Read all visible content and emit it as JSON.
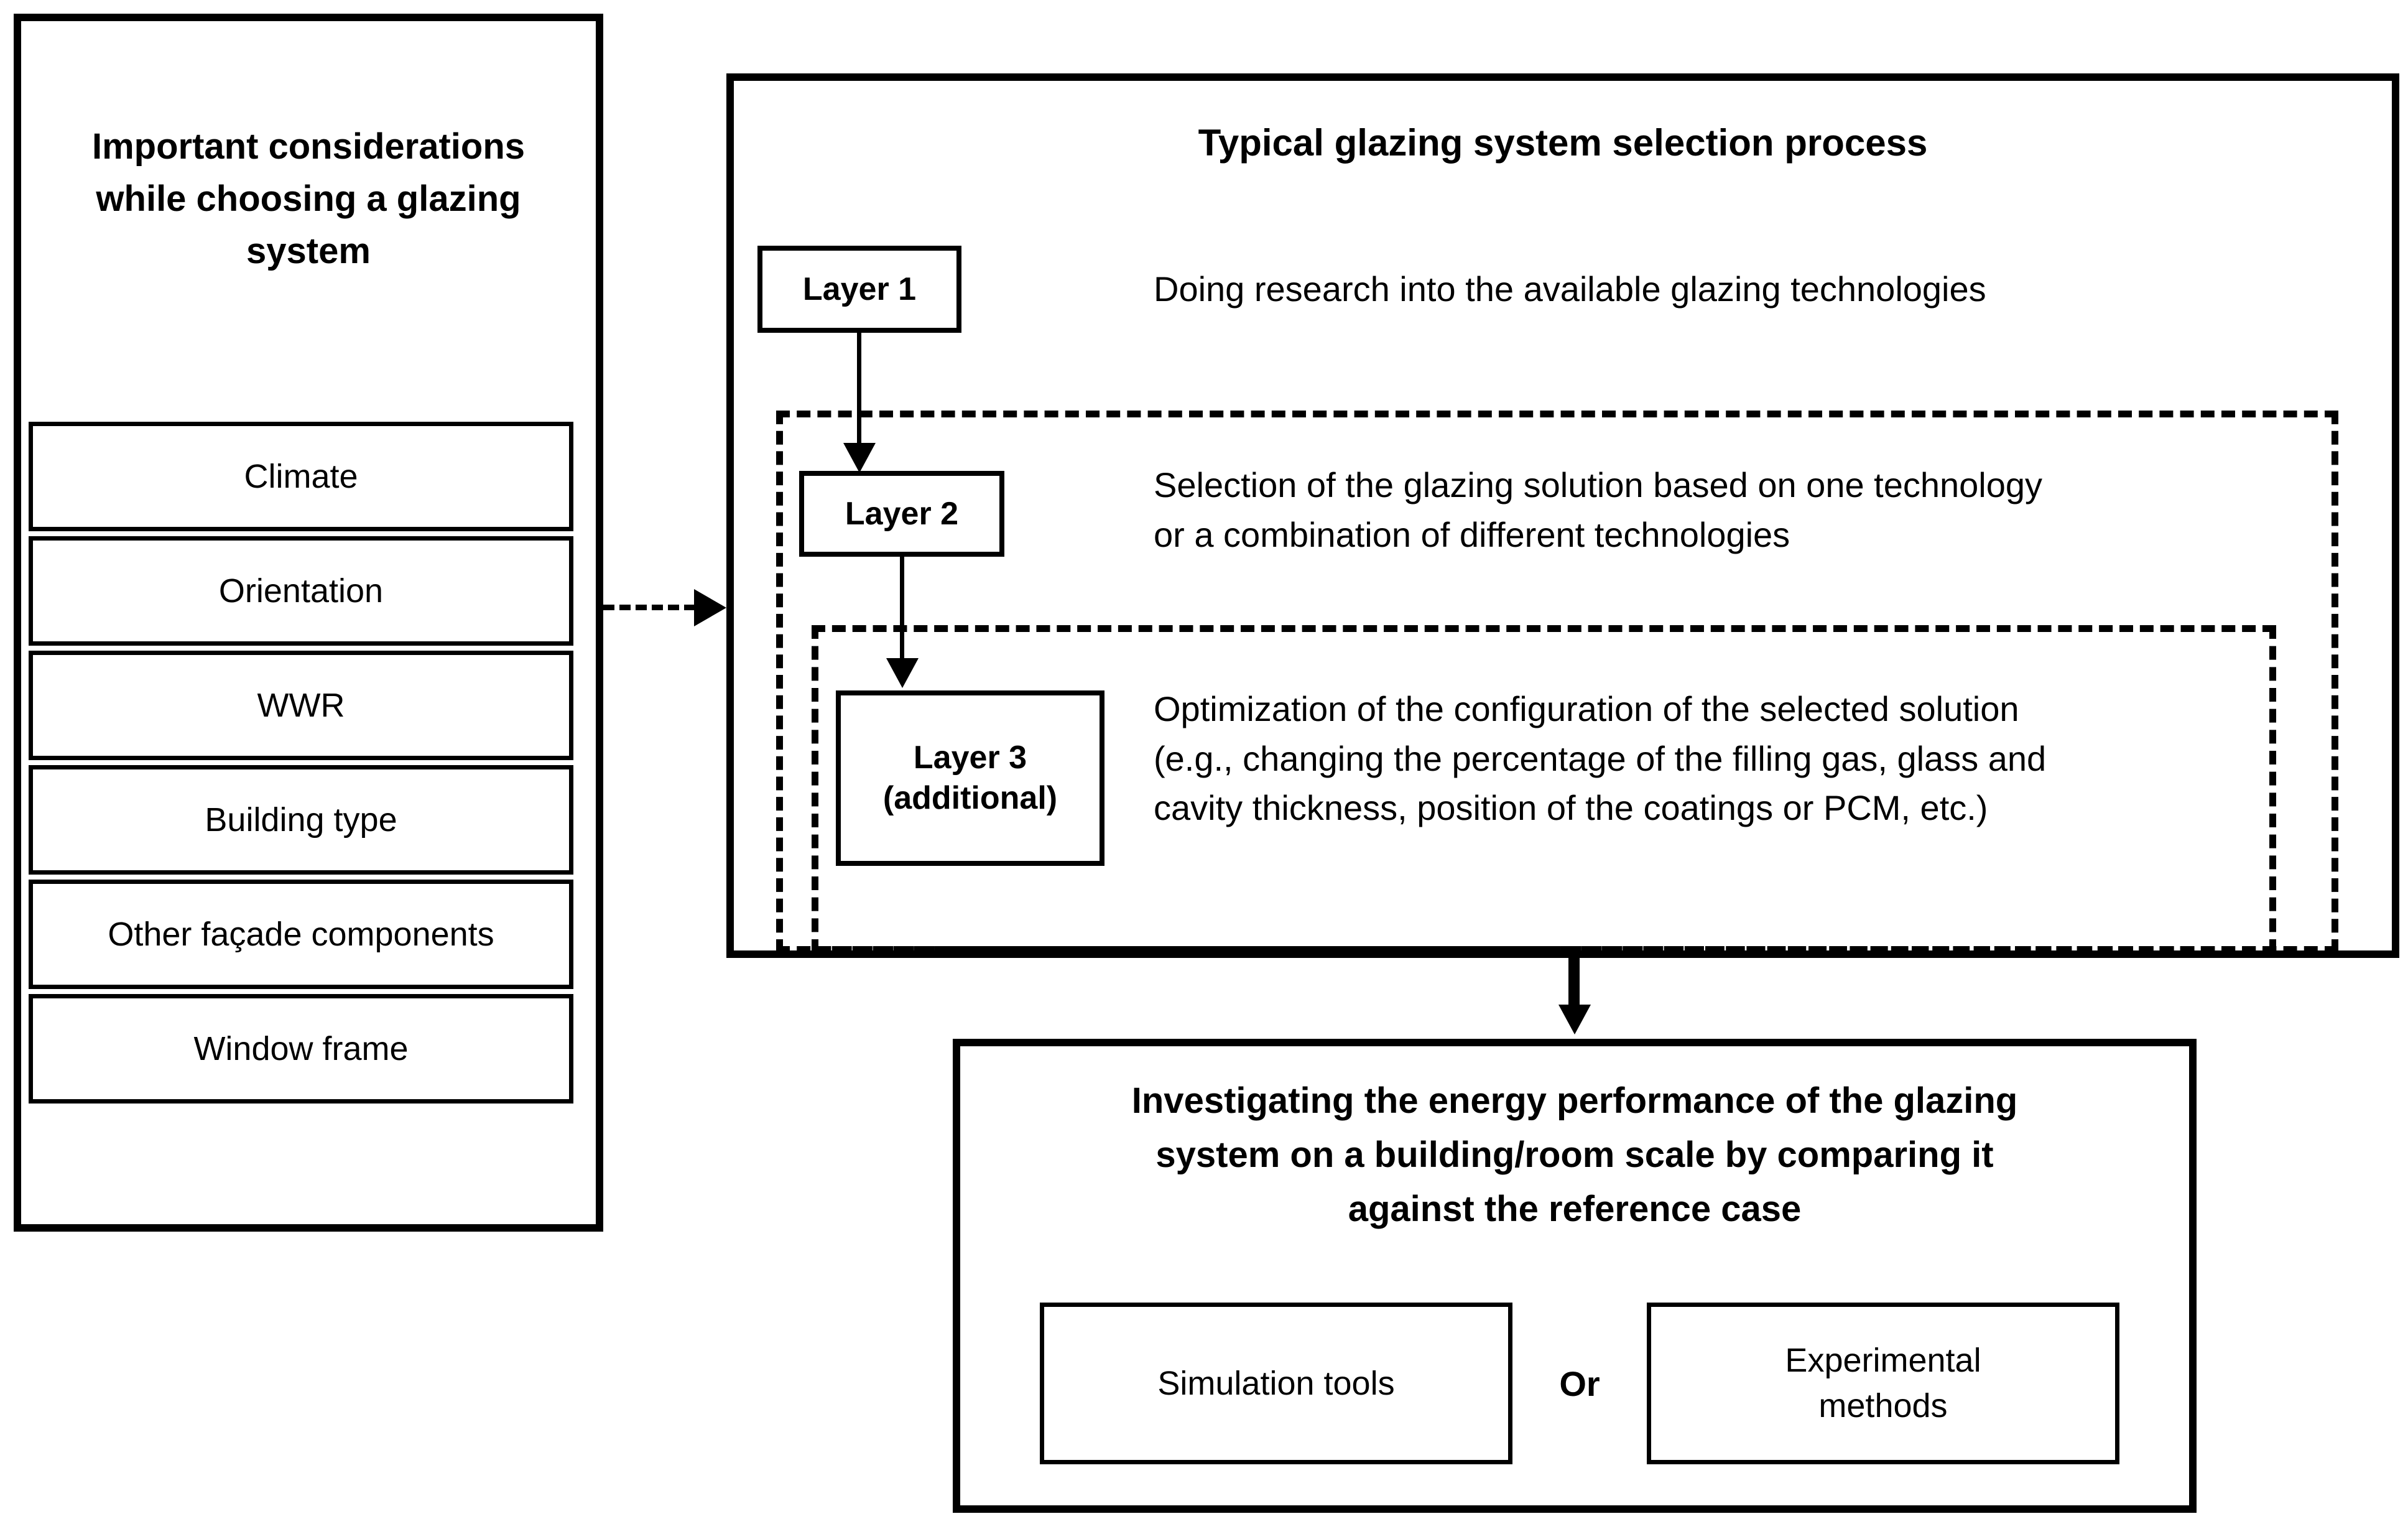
{
  "left_panel": {
    "title": "Important considerations\nwhile choosing a glazing\nsystem",
    "items": [
      {
        "label": "Climate"
      },
      {
        "label": "Orientation"
      },
      {
        "label": "WWR"
      },
      {
        "label": "Building type"
      },
      {
        "label": "Other façade components"
      },
      {
        "label": "Window frame"
      }
    ]
  },
  "process_panel": {
    "title": "Typical glazing system selection process",
    "layers": [
      {
        "name": "Layer 1",
        "description": "Doing research into the available glazing technologies"
      },
      {
        "name": "Layer 2",
        "description": "Selection of the glazing solution based on one technology\nor a combination of different technologies"
      },
      {
        "name": "Layer 3\n(additional)",
        "description": "Optimization of the configuration of the selected solution\n(e.g., changing the percentage of the filling gas, glass and\ncavity thickness, position of the coatings or PCM, etc.)"
      }
    ]
  },
  "result_panel": {
    "title": "Investigating the energy performance of the glazing\nsystem on a building/room scale by comparing it\nagainst the reference case",
    "methods": [
      {
        "label": "Simulation tools"
      },
      {
        "label": "Experimental\nmethods"
      }
    ],
    "conjunction": "Or"
  },
  "colors": {
    "stroke": "#000000",
    "background": "#ffffff"
  }
}
